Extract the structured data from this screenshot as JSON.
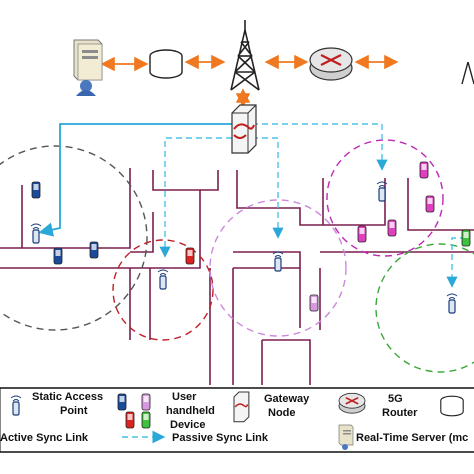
{
  "legend": {
    "static_ap": "Static Access",
    "static_ap_2": "Point",
    "user_device": "User",
    "user_device_2": "handheld",
    "user_device_3": "Device",
    "gateway": "Gateway",
    "gateway_2": "Node",
    "router": "5G",
    "router_2": "Router",
    "active_link": "Active Sync Link",
    "passive_link": "Passive Sync Link",
    "server": "Real-Time Server (mc"
  },
  "colors": {
    "road": "#7a1f4f",
    "active_link": "#2aa8d8",
    "passive_link": "#4cc3ea",
    "wired_link": "#f07820",
    "cell_gray": "#555555",
    "cell_red": "#c0202a",
    "cell_violet": "#cc88dd",
    "cell_magenta": "#c028b8",
    "cell_green": "#3aa83a",
    "device_blue": "#1a4a9a",
    "device_red": "#dd2222",
    "device_magenta": "#e040c0",
    "device_green": "#40c040"
  },
  "icons": [
    "server-icon",
    "database-icon",
    "tower-icon",
    "router-icon",
    "gateway-icon",
    "access-point-icon",
    "handheld-device-icon"
  ]
}
